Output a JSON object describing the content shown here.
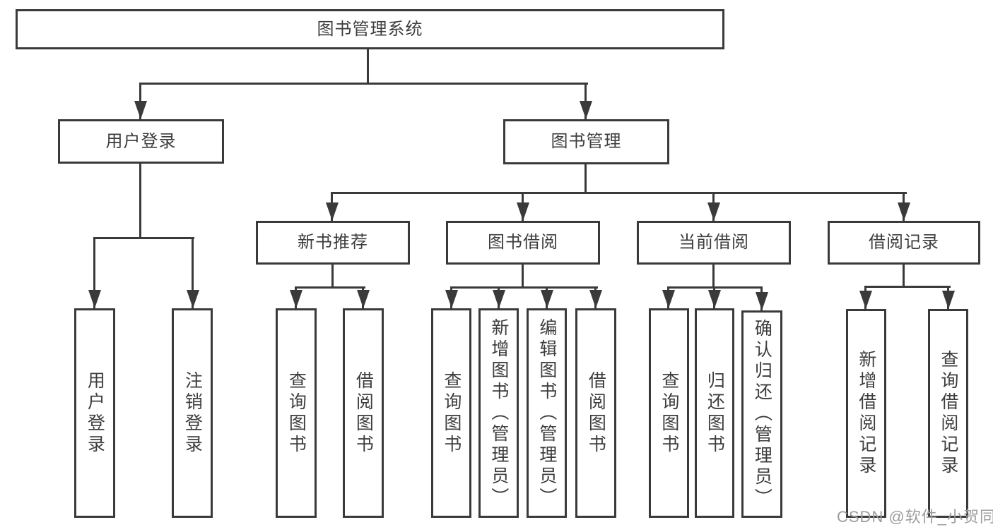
{
  "title": "图书管理系统",
  "watermark": "CSDN @软件_小贺同学",
  "colors": {
    "line": "#3a3a3a",
    "text": "#3d3d3d",
    "background": "#ffffff",
    "watermark": "#9c9c9c"
  },
  "tree": {
    "label": "图书管理系统",
    "children": [
      {
        "label": "用户登录",
        "children": [
          {
            "label": "用户登录"
          },
          {
            "label": "注销登录"
          }
        ]
      },
      {
        "label": "图书管理",
        "children": [
          {
            "label": "新书推荐",
            "children": [
              {
                "label": "查询图书"
              },
              {
                "label": "借阅图书"
              }
            ]
          },
          {
            "label": "图书借阅",
            "children": [
              {
                "label": "查询图书"
              },
              {
                "label": "新增图书（管理员）"
              },
              {
                "label": "编辑图书（管理员）"
              },
              {
                "label": "借阅图书"
              }
            ]
          },
          {
            "label": "当前借阅",
            "children": [
              {
                "label": "查询图书"
              },
              {
                "label": "归还图书"
              },
              {
                "label": "确认归还（管理员）"
              }
            ]
          },
          {
            "label": "借阅记录",
            "children": [
              {
                "label": "新增借阅记录"
              },
              {
                "label": "查询借阅记录"
              }
            ]
          }
        ]
      }
    ]
  }
}
